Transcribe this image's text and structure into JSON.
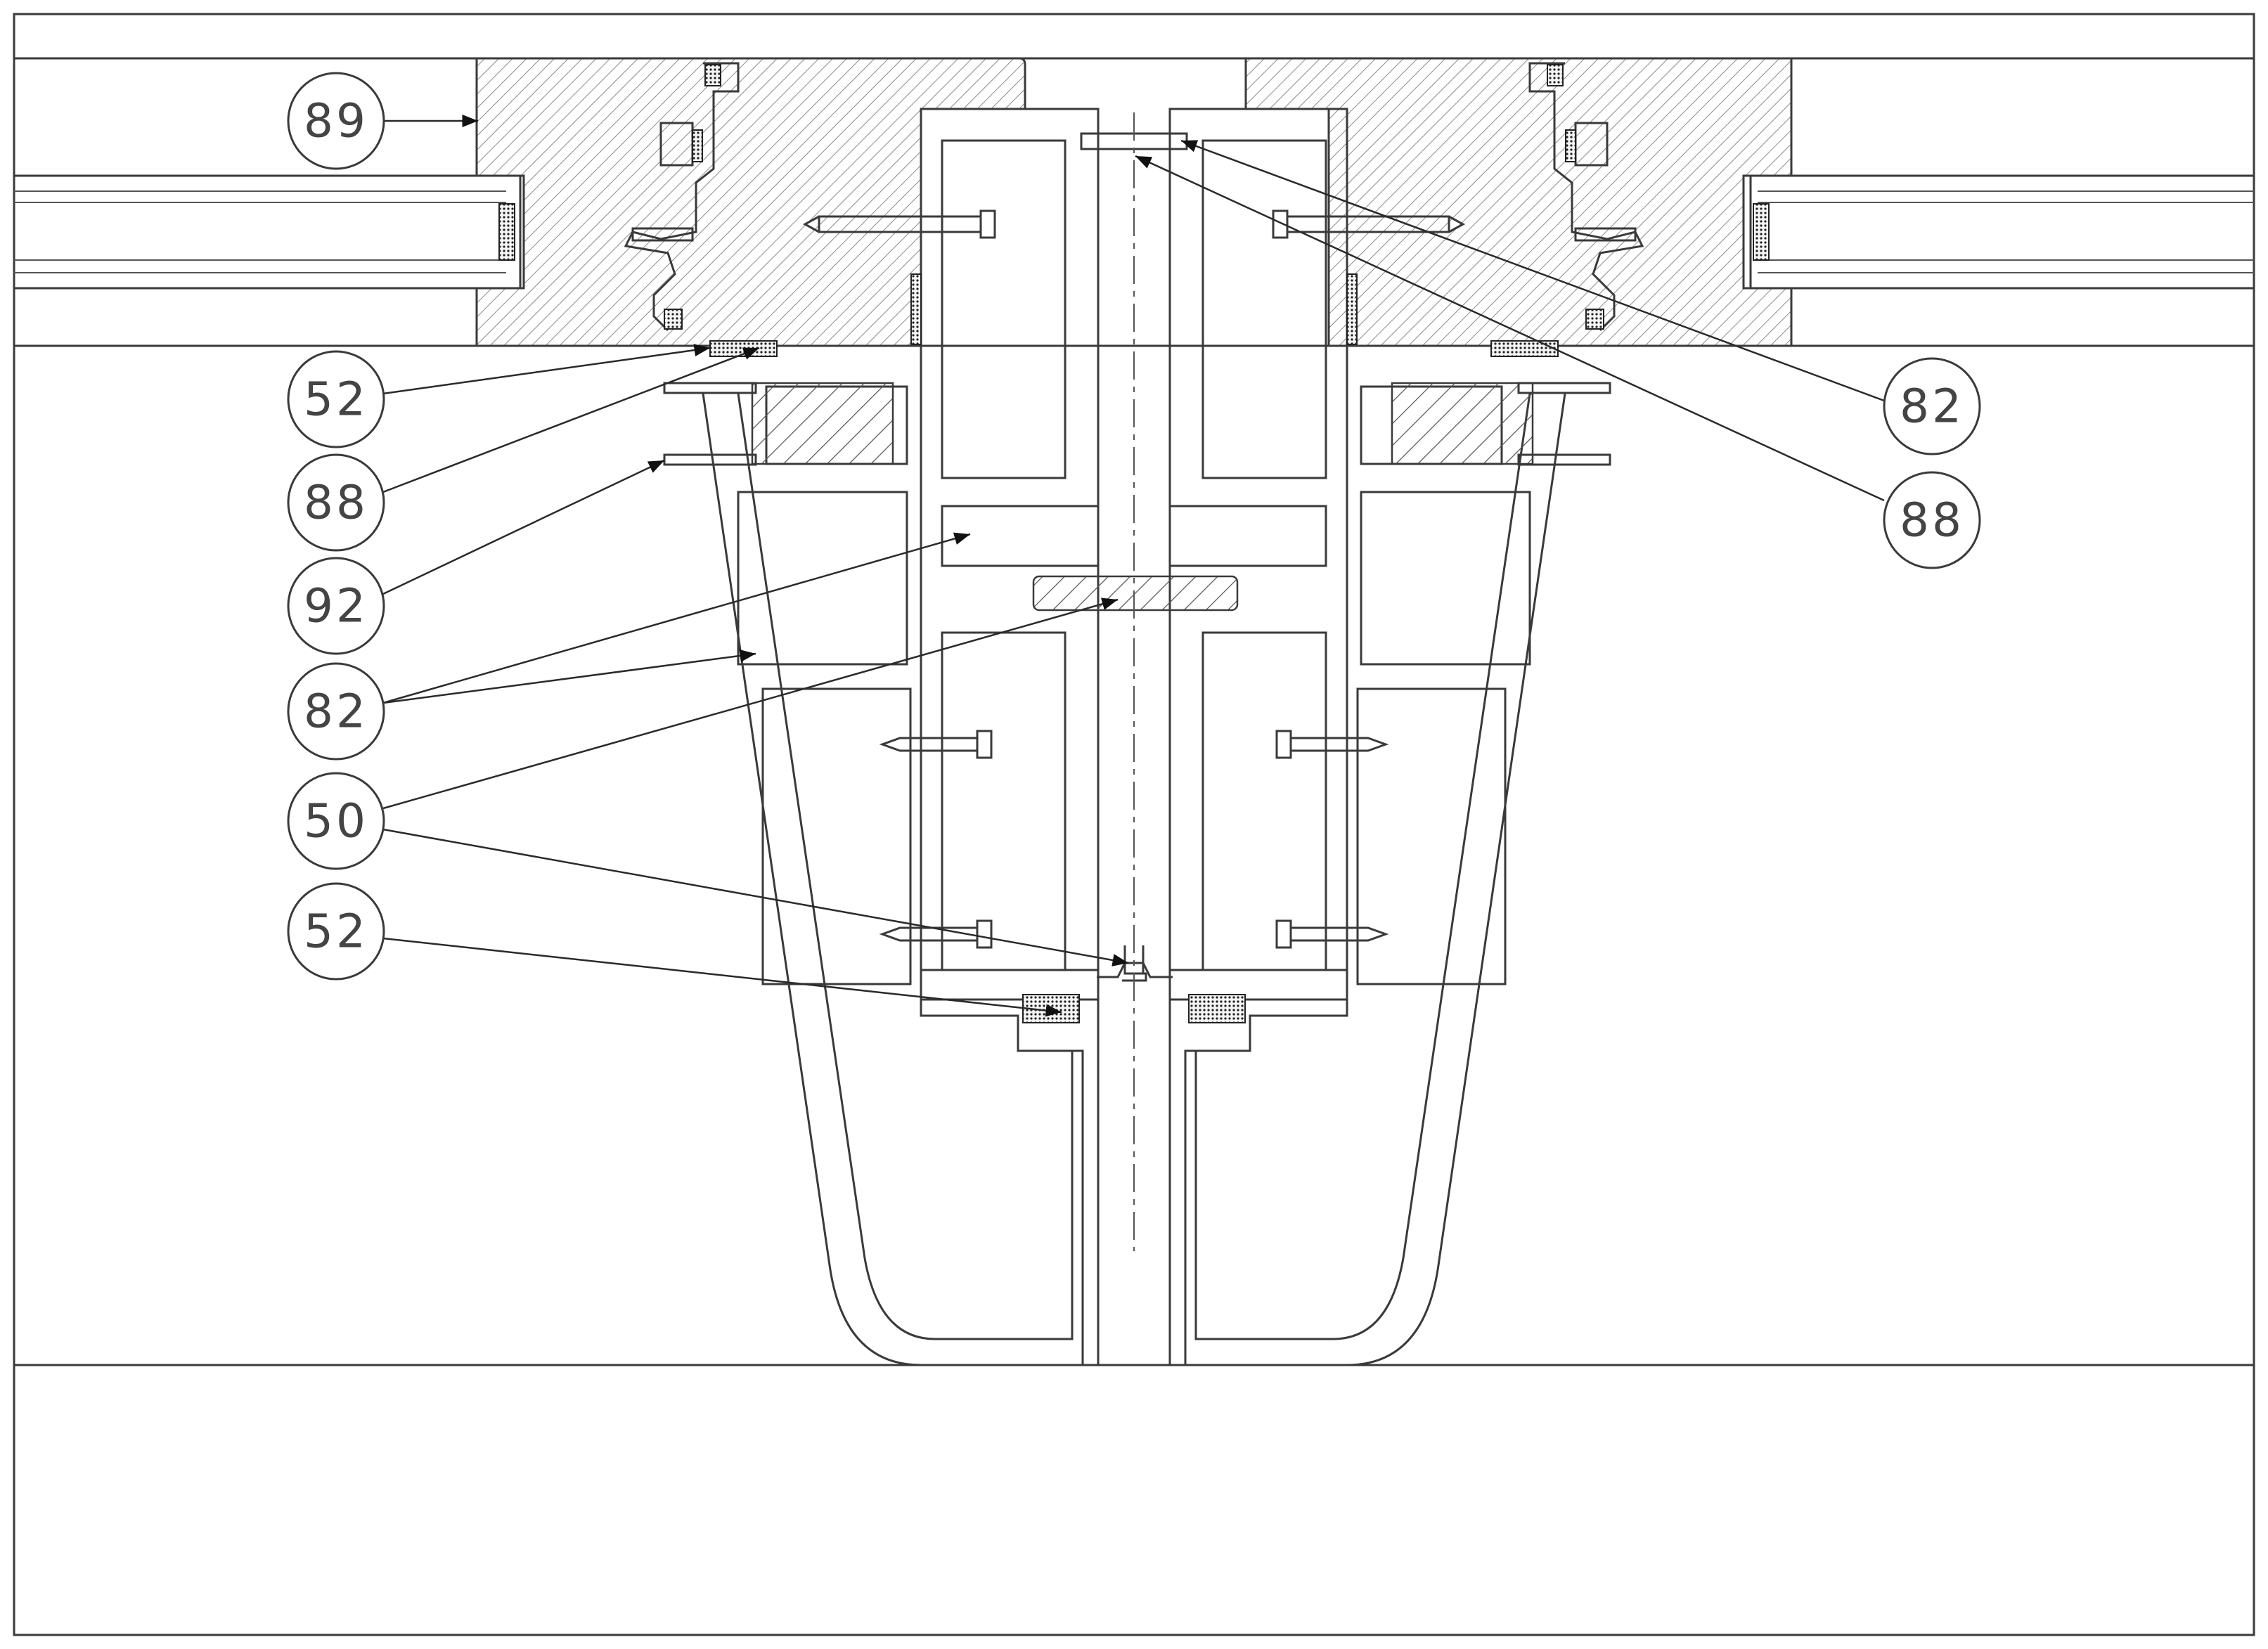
{
  "callouts_left": [
    {
      "label": "89"
    },
    {
      "label": "52"
    },
    {
      "label": "88"
    },
    {
      "label": "92"
    },
    {
      "label": "82"
    },
    {
      "label": "50"
    },
    {
      "label": "52"
    }
  ],
  "callouts_right": [
    {
      "label": "82"
    },
    {
      "label": "88"
    }
  ],
  "colors": {
    "line": "#3a3a3a",
    "hatch": "#8a8a8a",
    "background": "#ffffff"
  }
}
